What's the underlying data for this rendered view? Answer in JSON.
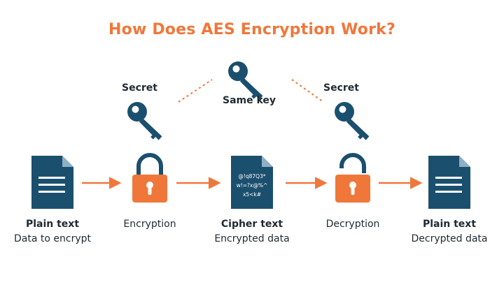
{
  "title": "How Does AES Encryption Work?",
  "keys": {
    "left_label": "Secret",
    "center_label": "Same key",
    "right_label": "Secret"
  },
  "steps": [
    {
      "title": "Plain text",
      "subtitle": "Data to encrypt"
    },
    {
      "title": "",
      "subtitle": "Encryption"
    },
    {
      "title": "Cipher text",
      "subtitle": "Encrypted data"
    },
    {
      "title": "",
      "subtitle": "Decryption"
    },
    {
      "title": "Plain text",
      "subtitle": "Decrypted data"
    }
  ],
  "cipher_lines": [
    "@!q87Q3*",
    "w!=?x@%^",
    "x5<k#"
  ],
  "colors": {
    "accent": "#f0773a",
    "dark_blue": "#1b4f6e",
    "text": "#1f2a33"
  },
  "icons": [
    "document-icon",
    "locked-padlock-icon",
    "cipher-document-icon",
    "unlocked-padlock-icon",
    "key-icon",
    "arrow-right-icon"
  ]
}
